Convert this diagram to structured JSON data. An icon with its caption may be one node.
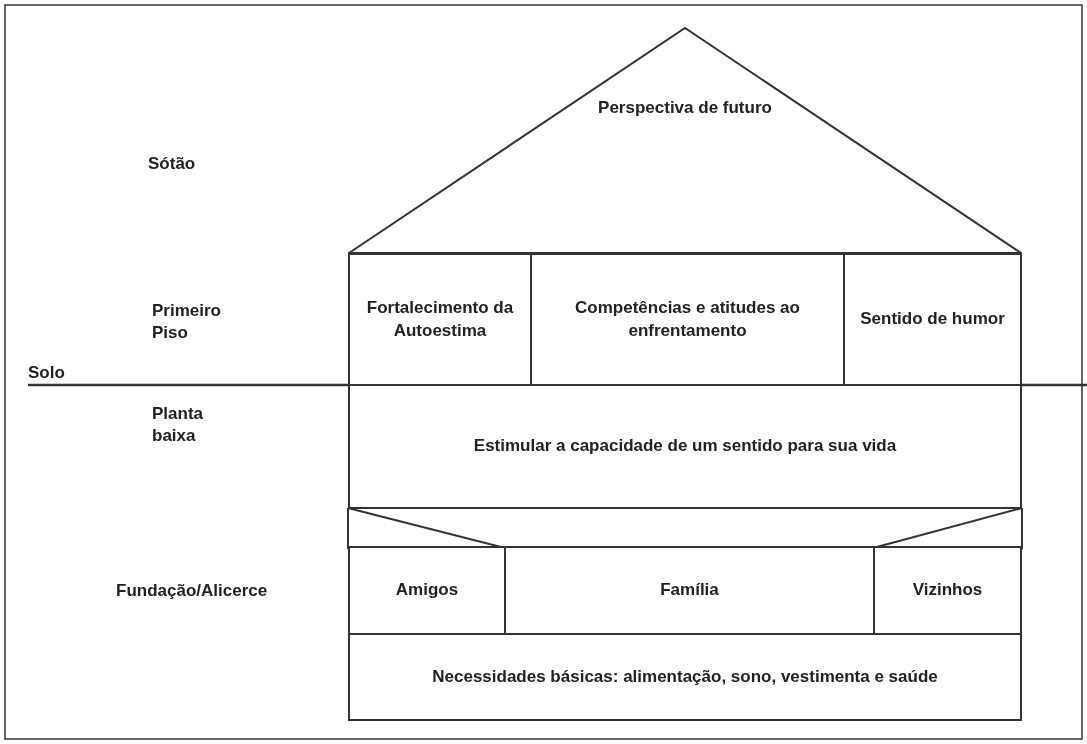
{
  "diagram": {
    "nodes": [
      {
        "text": [
          "Perspectiva de futuro"
        ]
      },
      {
        "text": [
          "Fortalecimento da Autoestima"
        ]
      },
      {
        "text": [
          "Competências e atitudes ao enfrentamento"
        ]
      },
      {
        "text": [
          "Sentido de humor"
        ]
      },
      {
        "text": [
          "Estimular a capacidade de um sentido para sua vida"
        ]
      },
      {
        "text": [
          "Amigos"
        ]
      },
      {
        "text": [
          "Família"
        ]
      },
      {
        "text": [
          "Vizinhos"
        ]
      },
      {
        "text": [
          "Necessidades básicas: alimentação, sono, vestimenta e saúde"
        ]
      }
    ],
    "labels": [
      "Sótão",
      "Primeiro Piso",
      "Solo",
      "Planta baixa",
      "Fundação/Alicerce"
    ]
  }
}
